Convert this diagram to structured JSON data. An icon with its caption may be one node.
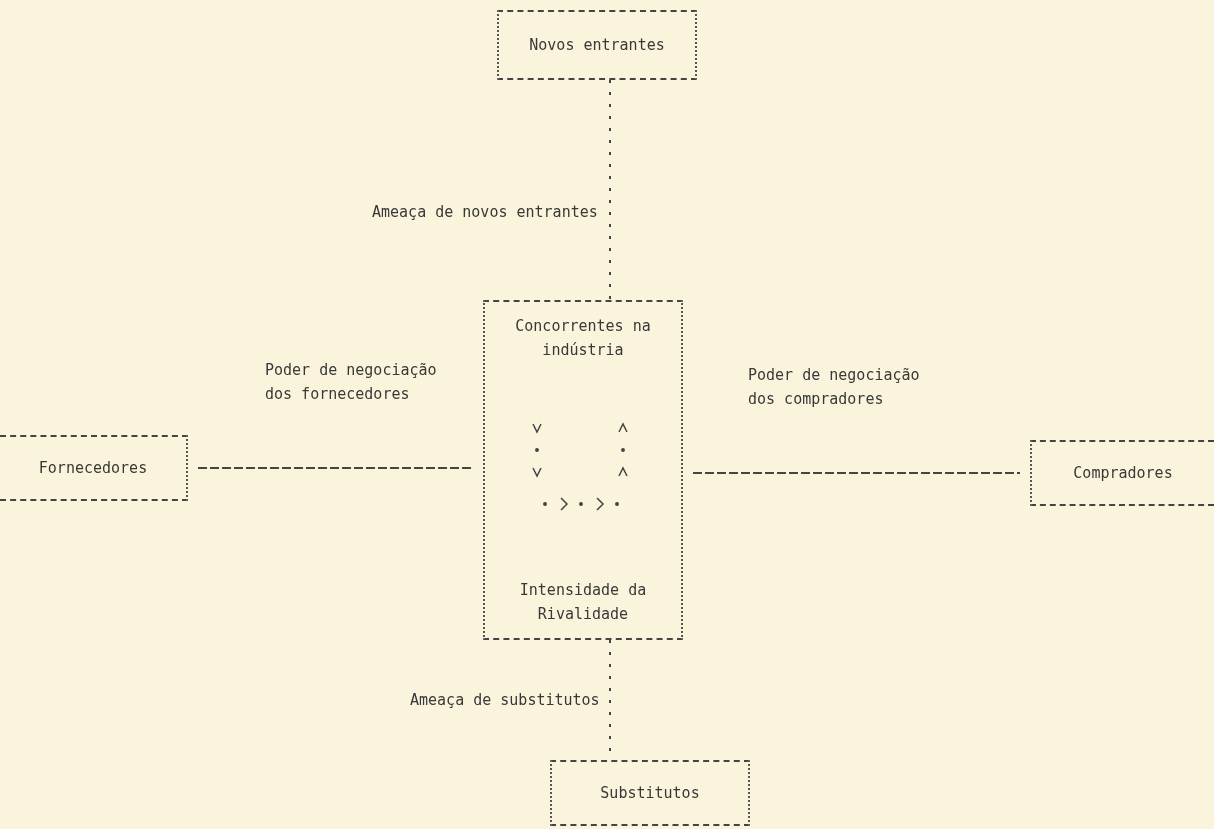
{
  "diagram": {
    "nodes": [
      {
        "text": [
          "Novos entrantes"
        ]
      },
      {
        "text": [
          "Concorrentes na indústria",
          "Intensidade da Rivalidade"
        ]
      },
      {
        "text": [
          "Fornecedores"
        ]
      },
      {
        "text": [
          "Compradores"
        ]
      },
      {
        "text": [
          "Substitutos"
        ]
      }
    ],
    "edges": [
      {
        "from": 0,
        "to": 1,
        "arrow": "none",
        "style": "dashed",
        "label": "Ameaça de novos entrantes"
      },
      {
        "from": 2,
        "to": 1,
        "arrow": "none",
        "label": "Poder de negociação dos fornecedores"
      },
      {
        "from": 1,
        "to": 3,
        "arrow": "none",
        "label": "Poder de negociação dos compradores"
      },
      {
        "from": 1,
        "to": 4,
        "arrow": "none",
        "style": "dashed",
        "label": "Ameaça de substitutos"
      }
    ]
  }
}
